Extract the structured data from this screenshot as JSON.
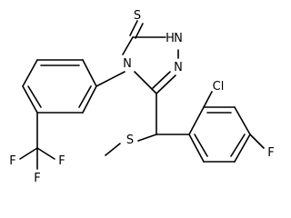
{
  "molecule": {
    "atoms": {
      "thione_s": "S",
      "ring_nh": "H",
      "ring_n4": "N",
      "ring_n1": "N",
      "ring_n1h_n": "N",
      "thioether_s": "S",
      "chloro": "Cl",
      "fluoro_aryl": "F",
      "cf3_f_left": "F",
      "cf3_f_right": "F",
      "cf3_f_bottom": "F"
    }
  },
  "colors": {
    "bond": "#000000",
    "label": "#000000",
    "background": "#ffffff"
  }
}
